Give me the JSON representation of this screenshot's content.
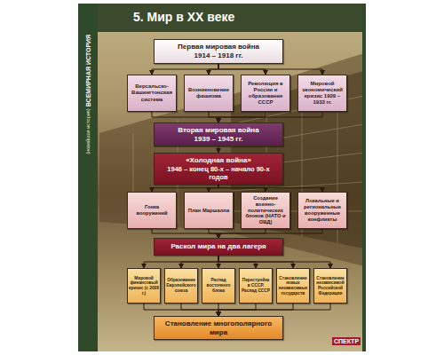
{
  "diagram": {
    "title": "5. Мир в XX веке",
    "nodes": [
      {
        "text": [
          "Первая мировая война",
          "1914 – 1918 гг."
        ]
      },
      {
        "text": [
          "Версальско-Вашингтонская система"
        ]
      },
      {
        "text": [
          "Возникновение фашизма"
        ]
      },
      {
        "text": [
          "Революция в России и образование СССР"
        ]
      },
      {
        "text": [
          "Мировой экономический кризис 1929 – 1933 гг."
        ]
      },
      {
        "text": [
          "Вторая мировая война",
          "1939 – 1945 гг."
        ]
      },
      {
        "text": [
          "«Холодная война»",
          "1946 – конец 80-х – начало 90-х годов"
        ]
      },
      {
        "text": [
          "Гонка вооружений"
        ]
      },
      {
        "text": [
          "План Маршалла"
        ]
      },
      {
        "text": [
          "Создание военно-политических блоков (НАТО и ОВД)"
        ]
      },
      {
        "text": [
          "Локальные и региональные вооруженные конфликты"
        ]
      },
      {
        "text": [
          "Раскол мира на два лагеря"
        ]
      },
      {
        "text": [
          "Мировой финансовый кризис (с 2008 г.)"
        ]
      },
      {
        "text": [
          "Образование Европейского союза"
        ]
      },
      {
        "text": [
          "Распад восточного блока"
        ]
      },
      {
        "text": [
          "Перестройка в СССР. Распад СССР"
        ]
      },
      {
        "text": [
          "Становление новых независимых государств"
        ]
      },
      {
        "text": [
          "Становление независимой Российской Федерации"
        ]
      },
      {
        "text": [
          "Становление многополярного мира"
        ]
      }
    ],
    "edges": [
      {
        "from": 0,
        "to": 1,
        "arrow": "to"
      },
      {
        "from": 0,
        "to": 2,
        "arrow": "to"
      },
      {
        "from": 0,
        "to": 3,
        "arrow": "to"
      },
      {
        "from": 0,
        "to": 4,
        "arrow": "to"
      },
      {
        "from": 1,
        "to": 5,
        "arrow": "to"
      },
      {
        "from": 2,
        "to": 5,
        "arrow": "to"
      },
      {
        "from": 3,
        "to": 5,
        "arrow": "to"
      },
      {
        "from": 4,
        "to": 5,
        "arrow": "to"
      },
      {
        "from": 5,
        "to": 6,
        "arrow": "to"
      },
      {
        "from": 6,
        "to": 7,
        "arrow": "to"
      },
      {
        "from": 6,
        "to": 8,
        "arrow": "to"
      },
      {
        "from": 6,
        "to": 9,
        "arrow": "to"
      },
      {
        "from": 6,
        "to": 10,
        "arrow": "to"
      },
      {
        "from": 7,
        "to": 11,
        "arrow": "to"
      },
      {
        "from": 8,
        "to": 11,
        "arrow": "to"
      },
      {
        "from": 9,
        "to": 11,
        "arrow": "to"
      },
      {
        "from": 10,
        "to": 11,
        "arrow": "to"
      },
      {
        "from": 11,
        "to": 12,
        "arrow": "to"
      },
      {
        "from": 11,
        "to": 13,
        "arrow": "to"
      },
      {
        "from": 11,
        "to": 14,
        "arrow": "to"
      },
      {
        "from": 11,
        "to": 15,
        "arrow": "to"
      },
      {
        "from": 11,
        "to": 16,
        "arrow": "to"
      },
      {
        "from": 11,
        "to": 17,
        "arrow": "to"
      },
      {
        "from": 12,
        "to": 18,
        "arrow": "to"
      },
      {
        "from": 13,
        "to": 18,
        "arrow": "to"
      },
      {
        "from": 14,
        "to": 18,
        "arrow": "to"
      },
      {
        "from": 15,
        "to": 18,
        "arrow": "to"
      },
      {
        "from": 16,
        "to": 18,
        "arrow": "to"
      },
      {
        "from": 17,
        "to": 18,
        "arrow": "to"
      }
    ],
    "labels": [
      "ВСЕМИРНАЯ ИСТОРИЯ",
      "(новейшая история)",
      "СПЕКТР"
    ]
  }
}
